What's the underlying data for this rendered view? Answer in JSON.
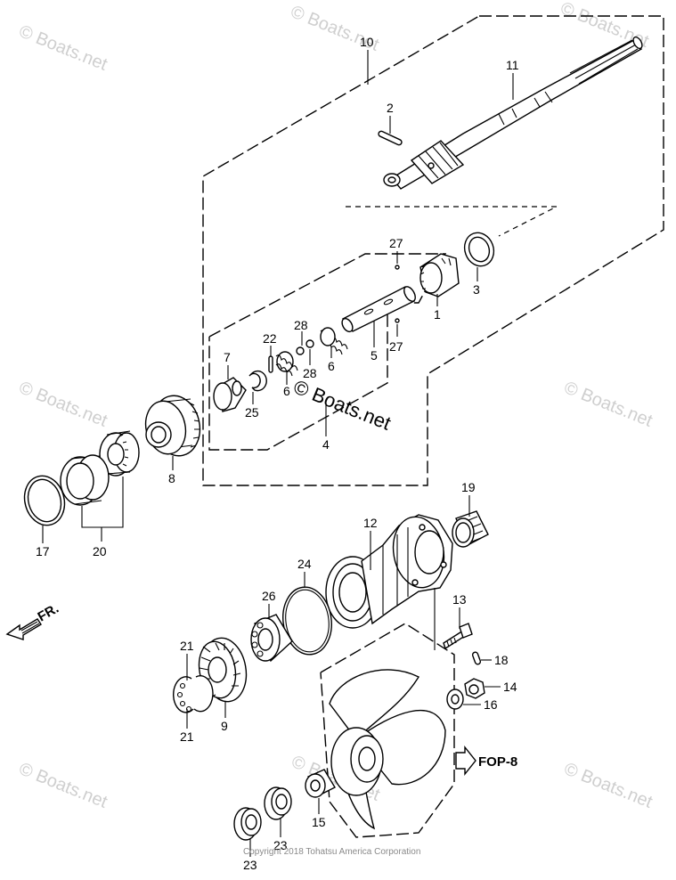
{
  "watermark": "© Boats.net",
  "center_watermark": "© Boats.net",
  "copyright": "Copyright 2018 Tohatsu America Corporation",
  "direction_label": "FR.",
  "reference_label": "FOP-8",
  "callouts": {
    "c1": "1",
    "c2": "2",
    "c3": "3",
    "c4": "4",
    "c5": "5",
    "c6a": "6",
    "c6b": "6",
    "c7": "7",
    "c8": "8",
    "c9": "9",
    "c10": "10",
    "c11": "11",
    "c12": "12",
    "c13": "13",
    "c14": "14",
    "c15": "15",
    "c16": "16",
    "c17": "17",
    "c18": "18",
    "c19": "19",
    "c20": "20",
    "c21a": "21",
    "c21b": "21",
    "c22": "22",
    "c23a": "23",
    "c23b": "23",
    "c24": "24",
    "c25": "25",
    "c26": "26",
    "c27a": "27",
    "c27b": "27",
    "c28a": "28",
    "c28b": "28"
  }
}
